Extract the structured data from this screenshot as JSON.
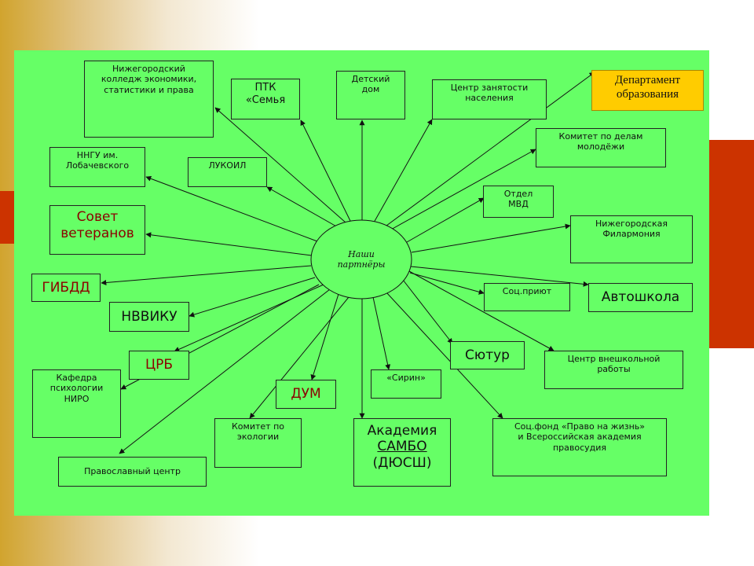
{
  "colors": {
    "canvas": "#66ff66",
    "accent_red": "#cc3300",
    "band_gold": "#d1a42e",
    "dept_fill": "#ffcc00"
  },
  "hub": {
    "label": "Наши\nпартнёры"
  },
  "partners": {
    "kolledzh": "Нижегородский\nколледж экономики,\nстатистики и права",
    "ptk": "ПТК\n«Семья",
    "detsky_dom": "Детский\nдом",
    "tsentr_zanyatosti": "Центр занятости\nнаселения",
    "departament": "Департамент\nобразования",
    "komitet_molodezh": "Комитет по делам\nмолодёжи",
    "nngu": "ННГУ им.\nЛобачевского",
    "lukoil": "ЛУКОИЛ",
    "otdel_mvd": "Отдел\nМВД",
    "sovet": "Совет\nветеранов",
    "filarmoniya": "Нижегородская\nФилармония",
    "gibdd": "ГИБДД",
    "sots_priyut": "Соц.приют",
    "avtoshkola": "Автошкола",
    "nvviku": "НВВИКУ",
    "syutur": "Сютур",
    "tsrb": "ЦРБ",
    "tsentr_vneshk": "Центр внешкольной\nработы",
    "kafedra": "Кафедра\nпсихологии\nНИРО",
    "dum": "ДУМ",
    "sirin": "«Сирин»",
    "komitet_ekologii": "Комитет по\nэкологии",
    "akademiya_line1": "Академия",
    "akademiya_line2": "САМБО",
    "akademiya_line3": "(ДЮСШ)",
    "sotsfond": "Соц.фонд «Право на жизнь»\nи Всероссийская академия\nправосудия",
    "pravoslavny": "Православный центр"
  }
}
